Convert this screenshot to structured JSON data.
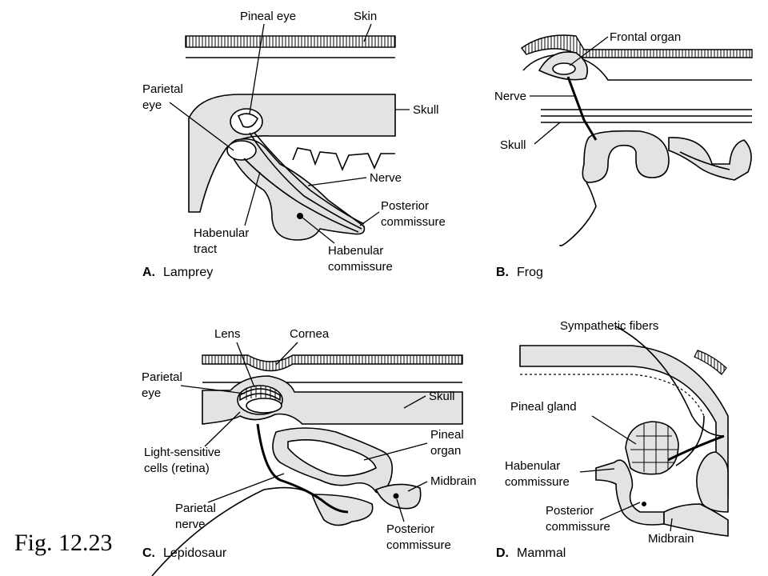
{
  "figure": {
    "label": "Fig. 12.23"
  },
  "panels": {
    "a": {
      "letter": "A.",
      "name": "Lamprey",
      "labels": {
        "pineal_eye": "Pineal eye",
        "skin": "Skin",
        "parietal_eye_1": "Parietal",
        "parietal_eye_2": "eye",
        "skull": "Skull",
        "nerve": "Nerve",
        "posterior_commissure_1": "Posterior",
        "posterior_commissure_2": "commissure",
        "habenular_tract_1": "Habenular",
        "habenular_tract_2": "tract",
        "habenular_commissure_1": "Habenular",
        "habenular_commissure_2": "commissure"
      }
    },
    "b": {
      "letter": "B.",
      "name": "Frog",
      "labels": {
        "frontal_organ": "Frontal organ",
        "nerve": "Nerve",
        "skull": "Skull"
      }
    },
    "c": {
      "letter": "C.",
      "name": "Lepidosaur",
      "labels": {
        "lens": "Lens",
        "cornea": "Cornea",
        "parietal_eye_1": "Parietal",
        "parietal_eye_2": "eye",
        "skull": "Skull",
        "pineal_organ_1": "Pineal",
        "pineal_organ_2": "organ",
        "light_sensitive_1": "Light-sensitive",
        "light_sensitive_2": "cells (retina)",
        "midbrain": "Midbrain",
        "parietal_nerve_1": "Parietal",
        "parietal_nerve_2": "nerve",
        "posterior_commissure_1": "Posterior",
        "posterior_commissure_2": "commissure"
      }
    },
    "d": {
      "letter": "D.",
      "name": "Mammal",
      "labels": {
        "sympathetic_fibers": "Sympathetic fibers",
        "pineal_gland": "Pineal gland",
        "habenular_commissure_1": "Habenular",
        "habenular_commissure_2": "commissure",
        "posterior_commissure_1": "Posterior",
        "posterior_commissure_2": "commissure",
        "midbrain": "Midbrain"
      }
    }
  }
}
